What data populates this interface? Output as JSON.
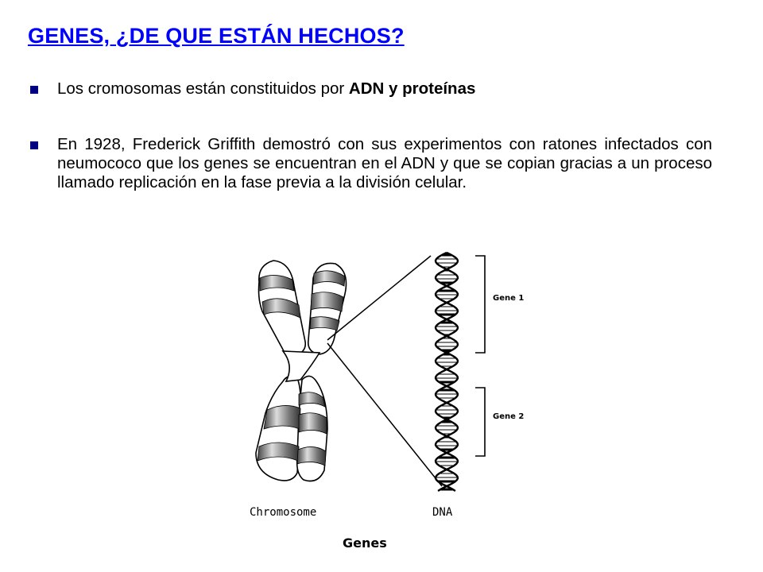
{
  "slide": {
    "title": "GENES, ¿DE QUE ESTÁN HECHOS?",
    "bullets": [
      {
        "text_before": "Los cromosomas están constituidos por ",
        "bold": "ADN y proteínas"
      },
      {
        "text": "En 1928, Frederick Griffith demostró con sus experimentos con ratones infectados con neumococo que los genes se encuentran en el ADN y que se copian gracias a un proceso llamado replicación en la fase previa a la división celular."
      }
    ]
  },
  "figure": {
    "chromosome_label": "Chromosome",
    "dna_label": "DNA",
    "gene1_label": "Gene 1",
    "gene2_label": "Gene 2",
    "caption": "Genes"
  }
}
